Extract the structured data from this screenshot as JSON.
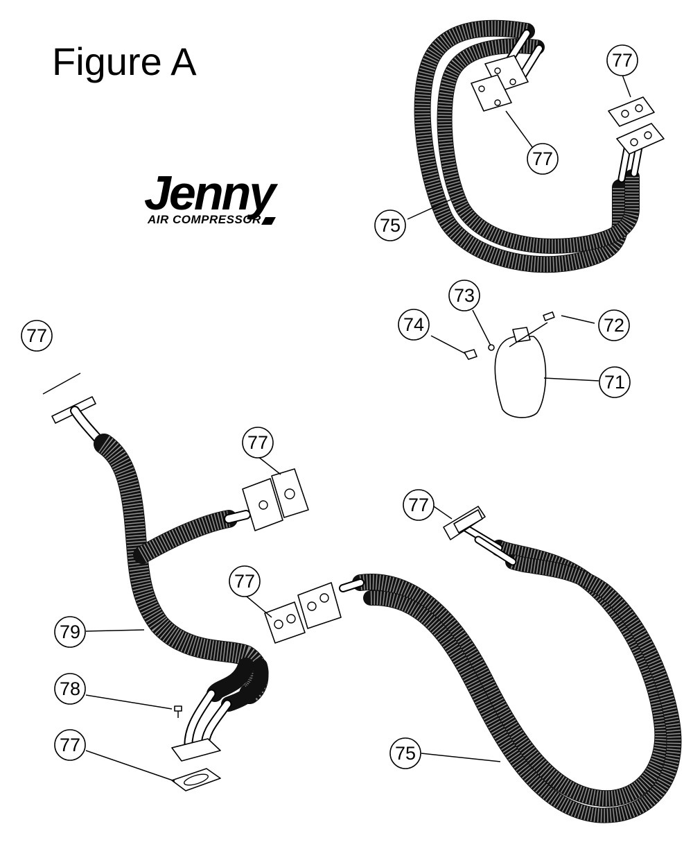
{
  "figure_title": "Figure A",
  "logo": {
    "name": "Jenny",
    "tagline": "AIR COMPRESSOR"
  },
  "callouts": [
    {
      "id": "c-77-top-right",
      "label": "77"
    },
    {
      "id": "c-77-top-mid",
      "label": "77"
    },
    {
      "id": "c-75-top",
      "label": "75"
    },
    {
      "id": "c-73",
      "label": "73"
    },
    {
      "id": "c-74",
      "label": "74"
    },
    {
      "id": "c-72",
      "label": "72"
    },
    {
      "id": "c-71",
      "label": "71"
    },
    {
      "id": "c-77-left",
      "label": "77"
    },
    {
      "id": "c-77-mid-left",
      "label": "77"
    },
    {
      "id": "c-77-mid-right",
      "label": "77"
    },
    {
      "id": "c-77-center",
      "label": "77"
    },
    {
      "id": "c-79",
      "label": "79"
    },
    {
      "id": "c-78",
      "label": "78"
    },
    {
      "id": "c-77-bottom",
      "label": "77"
    },
    {
      "id": "c-75-bottom",
      "label": "75"
    }
  ],
  "colors": {
    "line": "#000000",
    "background": "#ffffff",
    "hose": "#111111"
  }
}
